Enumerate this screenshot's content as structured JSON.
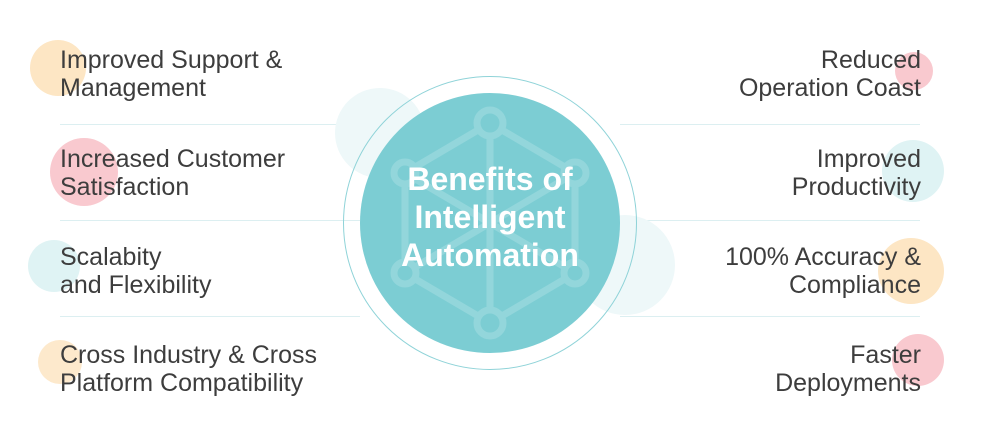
{
  "center": {
    "title_lines": [
      "Benefits of",
      "Intelligent",
      "Automation"
    ],
    "icon": "network-hexagon-icon"
  },
  "left_benefits": [
    {
      "lines": [
        "Improved Support &",
        "Management"
      ],
      "accent": "#fde6c4"
    },
    {
      "lines": [
        "Increased Customer",
        "Satisfaction"
      ],
      "accent": "#f9c9cf"
    },
    {
      "lines": [
        "Scalabity",
        "and Flexibility"
      ],
      "accent": "#dff3f4"
    },
    {
      "lines": [
        "Cross Industry & Cross",
        "Platform Compatibility"
      ],
      "accent": "#fde9cc"
    }
  ],
  "right_benefits": [
    {
      "lines": [
        "Reduced",
        "Operation Coast"
      ],
      "accent": "#f9c9cf"
    },
    {
      "lines": [
        "Improved",
        "Productivity"
      ],
      "accent": "#dff3f4"
    },
    {
      "lines": [
        "100% Accuracy &",
        "Compliance"
      ],
      "accent": "#fde6c4"
    },
    {
      "lines": [
        "Faster",
        "Deployments"
      ],
      "accent": "#f9c9cf"
    }
  ],
  "colors": {
    "center_fill": "#7ccdd3",
    "center_ring": "#8fd3d8",
    "divider": "#dceff1",
    "text": "#3d3d3d"
  }
}
